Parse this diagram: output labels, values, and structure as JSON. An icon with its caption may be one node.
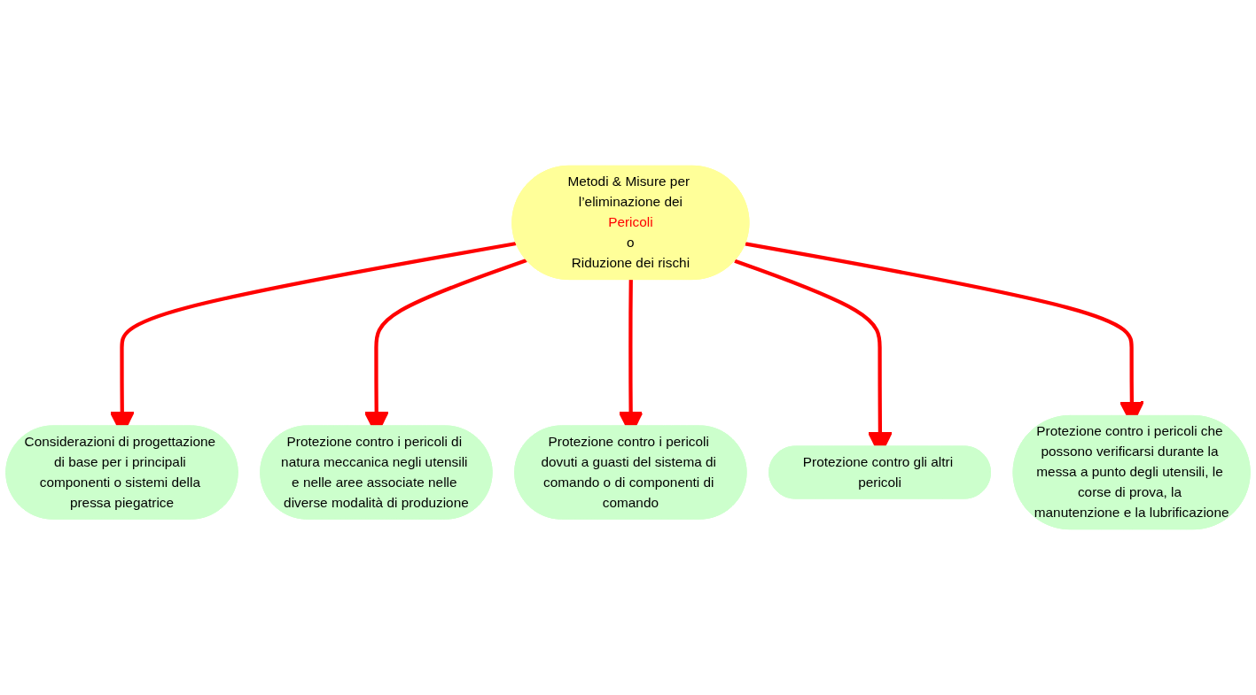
{
  "diagram": {
    "nodes": [
      {
        "text": [
          "Metodi & Misure per l’eliminazione dei",
          "Pericoli",
          "o",
          "Riduzione dei rischi"
        ]
      },
      {
        "text": [
          "Considerazioni di progettazione di base per i principali componenti o sistemi della pressa piegatrice"
        ]
      },
      {
        "text": [
          "Protezione contro i pericoli di natura meccanica negli utensili e nelle aree associate nelle diverse modalità di produzione"
        ]
      },
      {
        "text": [
          "Protezione contro i pericoli dovuti a guasti del sistema di comando o di componenti di comando"
        ]
      },
      {
        "text": [
          "Protezione contro gli altri pericoli"
        ]
      },
      {
        "text": [
          "Protezione contro i pericoli che possono verificarsi durante la messa a punto degli utensili, le corse di prova, la manutenzione e la lubrificazione"
        ]
      }
    ],
    "edges": [
      {
        "from": 0,
        "to": 1,
        "arrow": "to"
      },
      {
        "from": 0,
        "to": 2,
        "arrow": "to"
      },
      {
        "from": 0,
        "to": 3,
        "arrow": "to"
      },
      {
        "from": 0,
        "to": 4,
        "arrow": "to"
      },
      {
        "from": 0,
        "to": 5,
        "arrow": "to"
      }
    ]
  }
}
